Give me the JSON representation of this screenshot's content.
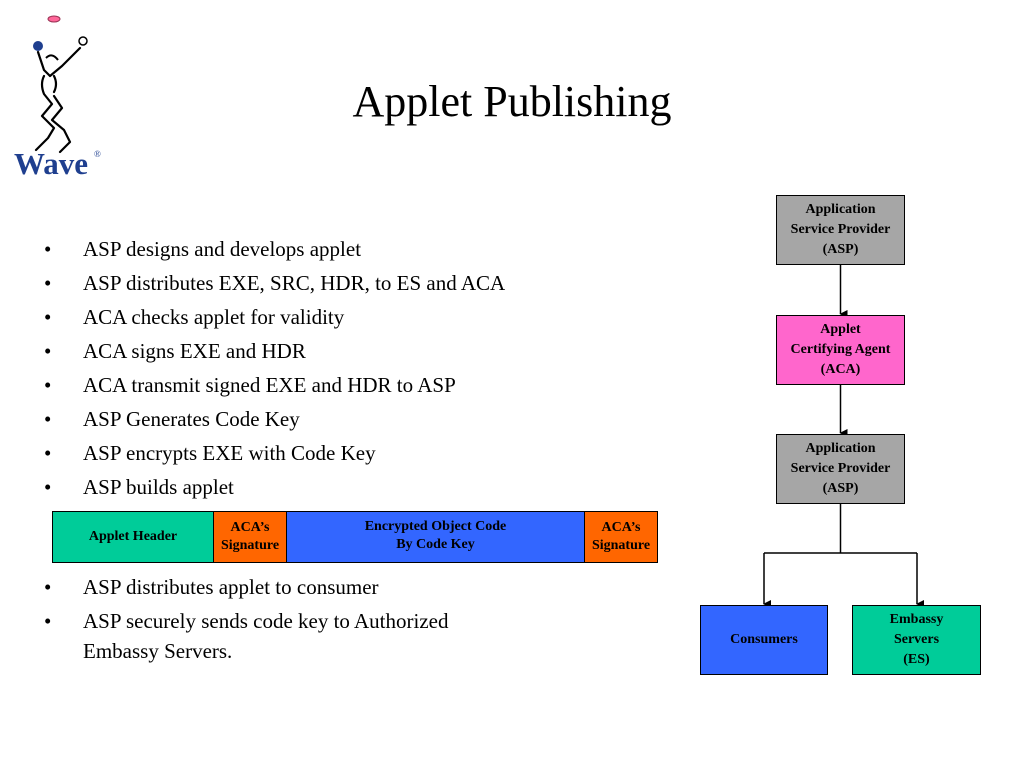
{
  "logo": {
    "text": "Wave",
    "reg_mark": "®"
  },
  "title": "Applet Publishing",
  "bullets_top": [
    "ASP designs and develops applet",
    "ASP distributes EXE, SRC, HDR, to ES and ACA",
    "ACA checks applet for validity",
    "ACA signs EXE and HDR",
    "ACA transmit signed EXE and HDR to ASP",
    "ASP Generates Code Key",
    "ASP encrypts EXE with Code Key",
    "ASP builds applet"
  ],
  "applet_bar": {
    "header": "Applet Header",
    "sig1_line1": "ACA’s",
    "sig1_line2": "Signature",
    "encrypted_line1": "Encrypted Object Code",
    "encrypted_line2": "By Code Key",
    "sig2_line1": "ACA’s",
    "sig2_line2": "Signature",
    "colors": {
      "header": "#00cc99",
      "signature": "#ff6600",
      "encrypted": "#3366ff"
    }
  },
  "bullets_bottom": [
    "ASP distributes applet to consumer",
    [
      "ASP securely sends code key to Authorized",
      "Embassy Servers."
    ]
  ],
  "flow": {
    "asp_top": [
      "Application",
      "Service Provider",
      "(ASP)"
    ],
    "aca": [
      "Applet",
      "Certifying Agent",
      "(ACA)"
    ],
    "asp_bottom": [
      "Application",
      "Service Provider",
      "(ASP)"
    ],
    "consumers": [
      "Consumers"
    ],
    "embassy": [
      "Embassy",
      "Servers",
      "(ES)"
    ],
    "colors": {
      "asp": "#a6a6a6",
      "aca": "#ff66cc",
      "consumers": "#3366ff",
      "embassy": "#00cc99"
    }
  }
}
